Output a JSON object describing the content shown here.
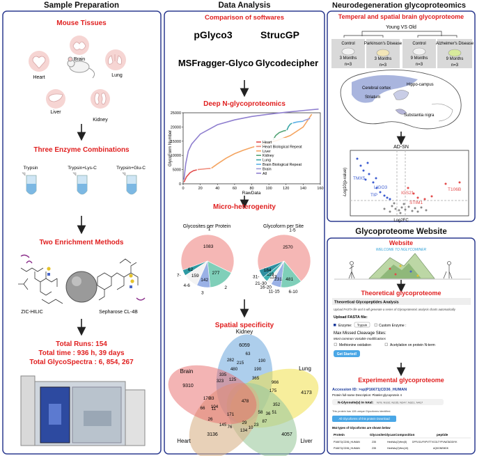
{
  "panels": {
    "sample_prep": {
      "title": "Sample Preparation",
      "mouse_tissues": "Mouse Tissues",
      "organs": {
        "brain": "Brain",
        "heart": "Heart",
        "lung": "Lung",
        "liver": "Liver",
        "kidney": "Kidney"
      },
      "enzyme_title": "Three Enzyme Combinations",
      "enzymes": [
        "Trypsin",
        "Trypsin+Lys-C",
        "Trypsin+Glu-C"
      ],
      "enrichment_title": "Two Enrichment Methods",
      "methods": [
        "ZIC-HILIC",
        "Sepharose CL-4B"
      ],
      "totals": [
        "Total Runs: 154",
        "Total time : 936 h, 39 days",
        "Total GlycoSpectra : 6, 854, 267"
      ]
    },
    "data_analysis": {
      "title": "Data Analysis",
      "comparison_title": "Comparison of softwares",
      "softwares": [
        "pGlyco3",
        "StrucGP",
        "MSFragger-Glyco",
        "Glycodecipher"
      ],
      "deep_title": "Deep N-glycoproteomics",
      "micro_title": "Micro-heterogenity",
      "pie1_title": "Glycosites per Protein",
      "pie2_title": "Glycoform per Site",
      "spatial_title": "Spatial specificity"
    },
    "neuro": {
      "title": "Neurodegeneration glycoproteomics",
      "subtitle": "Temperal and spatial brain glycoproteome",
      "young_vs_old": "Young VS Old",
      "groups": [
        {
          "label": "Control",
          "age": "3 Months",
          "n": "n=3"
        },
        {
          "label": "Parkinson's Disease",
          "age": "3 Months",
          "n": "n=3"
        },
        {
          "label": "Control",
          "age": "9 Months",
          "n": "n=3"
        },
        {
          "label": "Alzheimer's Disease",
          "age": "9 Months",
          "n": "n=3"
        }
      ],
      "regions": [
        "Cerebral cortex",
        "Striatum",
        "Hippo-campus",
        "Substantia nigra"
      ],
      "volcano_title": "AD-SN",
      "volcano_x": "Log2FC",
      "volcano_y": "-Log10(p-value)",
      "volcano_labels": [
        "TMX5",
        "LIGO3",
        "TIP",
        "IGS21",
        "STIM1",
        "T106B"
      ]
    },
    "website": {
      "title": "Glycoproteome Website",
      "banner_title": "Website",
      "banner_sub": "WELCOME TO NGLYCOMINER",
      "theo_title": "Theoretical glycoproteome",
      "form_title": "Theoretical Glycopeptides Analysis",
      "form_desc": "Upload FASTA file and it will generate a series of Glycoproteomic analysis charts automatically",
      "upload_label": "Upload FASTA file:",
      "enzyme_label": "Enzyme:",
      "enzyme_value": "Trypsin",
      "custom_enzyme": "Custom Enzyme :",
      "missed_label": "Max Missed Cleavage Sites:",
      "mods_label": "Most common Variable modifications",
      "mod1": "Methionine oxidation",
      "mod2": "Acetylation on protein N-term",
      "start_button": "Get Started!",
      "exp_title": "Experimental glycoproteome",
      "accession": "Accession ID: >sp|P16671|CD36_HUMAN",
      "protein_desc": "Protein full-name Description: Platelet glycoprotein 4",
      "glycosites_label": "N-Glycosite(s) in total:",
      "glycosites": "N79; N102; N235; N247; N321; N417",
      "summary": "This protein has 128 unique Glycoforms identified.",
      "download_button": "All Glycoforms of this protein Download",
      "table_title": "864 types of Glycoforms are shown below",
      "table_headers": [
        "Protein",
        "Glycosite",
        "GlycanComposition",
        "peptide"
      ],
      "table_rows": [
        [
          "P16671|CD36_HUMAN",
          "235",
          "HexNAc(2)Hex(5)",
          "DPFLSLVFVPVTTVCGLTYPVNATADDIYK"
        ],
        [
          "P16671|CD36_HUMAN",
          "235",
          "HexNAc(2)Hex(10)",
          "AQKGNEMDK"
        ]
      ]
    }
  },
  "chart_data": [
    {
      "type": "line",
      "xlabel": "RawData",
      "ylabel": "GlycoForm Number",
      "xlim": [
        0,
        160
      ],
      "ylim": [
        0,
        25000
      ],
      "xticks": [
        0,
        20,
        40,
        60,
        80,
        100,
        120,
        140,
        160
      ],
      "yticks": [
        0,
        5000,
        10000,
        15000,
        20000,
        25000
      ],
      "legend_position": "right",
      "series": [
        {
          "name": "Heart",
          "color": "#e24b4b",
          "x": [
            1,
            4,
            8,
            12,
            16
          ],
          "y": [
            600,
            2500,
            3900,
            4600,
            4900
          ]
        },
        {
          "name": "Heart Biological Repeat",
          "color": "#f08a7a",
          "x": [
            17,
            22,
            27,
            32
          ],
          "y": [
            5000,
            5150,
            5300,
            5400
          ]
        },
        {
          "name": "Liver",
          "color": "#f4a460",
          "x": [
            33,
            40,
            50,
            60,
            70,
            80,
            90,
            100,
            110,
            118,
            125,
            140,
            150
          ],
          "y": [
            5500,
            7000,
            9000,
            10600,
            11800,
            12800,
            13600,
            14400,
            15300,
            16200,
            17000,
            20000,
            24500
          ]
        },
        {
          "name": "Kidney",
          "color": "#52a374",
          "x": [
            105,
            108,
            112,
            117,
            120
          ],
          "y": [
            15500,
            17000,
            18000,
            18600,
            18800
          ]
        },
        {
          "name": "Lung",
          "color": "#3aa6a6",
          "x": [
            121,
            123,
            125,
            127
          ],
          "y": [
            18900,
            20200,
            21000,
            21300
          ]
        },
        {
          "name": "Brain Biological Repeat",
          "color": "#5bb0e6",
          "x": [
            128,
            132,
            136,
            140
          ],
          "y": [
            21400,
            21700,
            21900,
            22000
          ]
        },
        {
          "name": "Brain",
          "color": "#9a9ad6",
          "x": [
            140,
            143,
            146,
            148
          ],
          "y": [
            22100,
            22500,
            22800,
            23000
          ]
        },
        {
          "name": "All",
          "color": "#8f7fcf",
          "x": [
            1,
            3,
            6,
            10,
            20,
            40,
            60,
            80,
            100,
            120,
            140,
            158
          ],
          "y": [
            1500,
            7000,
            11500,
            14000,
            17500,
            20800,
            22500,
            23700,
            24500,
            25200,
            25800,
            26300
          ]
        }
      ]
    },
    {
      "type": "pie",
      "title": "Glycosites per Protein",
      "labels": [
        "1",
        "2",
        "3",
        "4-6",
        "7-"
      ],
      "values": [
        1083,
        277,
        142,
        159,
        62
      ],
      "colors": [
        "#f5b7b5",
        "#7fcfb9",
        "#9ab1e6",
        "#f3f3f3",
        "#2e9aa3"
      ]
    },
    {
      "type": "pie",
      "title": "Glycoform per Site",
      "labels": [
        "1-5",
        "6-10",
        "11-15",
        "16-20",
        "21-30",
        "31-"
      ],
      "values": [
        2570,
        481,
        231,
        113,
        119,
        184
      ],
      "colors": [
        "#f5b7b5",
        "#7fcfb9",
        "#9ab1e6",
        "#f3f3f3",
        "#3fb1b1",
        "#2e8fa0"
      ]
    },
    {
      "type": "heatmap",
      "title": "Spatial specificity",
      "sets": [
        "Kidney",
        "Lung",
        "Liver",
        "Heart",
        "Brain"
      ],
      "region_values": [
        6059,
        4173,
        4057,
        3136,
        9310,
        478,
        480,
        125,
        215,
        190,
        323,
        335,
        365,
        966,
        175,
        352,
        87,
        58,
        36,
        51,
        23,
        29,
        10,
        76,
        145,
        134,
        26,
        66,
        104,
        83,
        11,
        170,
        171,
        63,
        190,
        282
      ]
    }
  ]
}
